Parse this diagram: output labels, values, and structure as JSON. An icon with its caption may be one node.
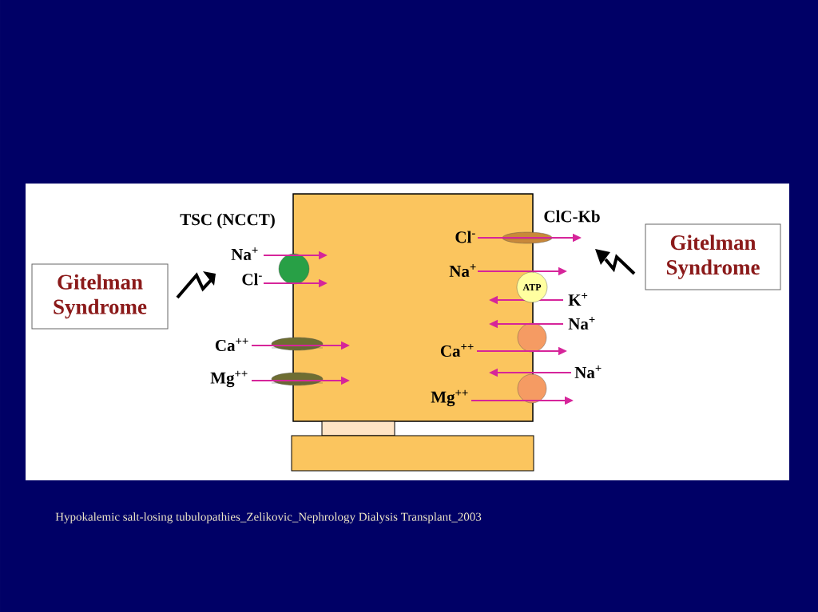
{
  "diagram": {
    "caption": "Hypokalemic salt-losing tubulopathies_Zelikovic_Nephrology Dialysis Transplant_2003",
    "nodes": [
      {
        "text": [
          "Gitelman Syndrome"
        ]
      },
      {
        "text": [
          "Gitelman Syndrome"
        ]
      },
      {
        "text": [
          "ATP"
        ]
      }
    ],
    "labels": [
      "TSC (NCCT)",
      "Na$^{+}$",
      "Cl$^{-}$",
      "Ca$^{++}$",
      "Mg$^{++}$",
      "ClC-Kb",
      "Cl$^{-}$",
      "Na$^{+}$",
      "K$^{+}$",
      "Na$^{+}$",
      "Ca$^{++}$",
      "Na$^{+}$",
      "Mg$^{++}$"
    ]
  }
}
